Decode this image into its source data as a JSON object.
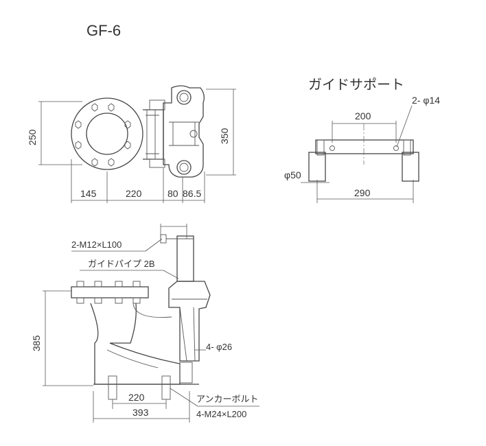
{
  "title": "GF-6",
  "guide_support": {
    "label": "ガイドサポート",
    "dims": {
      "hole_spacing": "200",
      "holes": "2- φ14",
      "pipe_dia": "φ50",
      "overall_width": "290"
    }
  },
  "plan_view": {
    "dims": {
      "height_left": "250",
      "height_right": "350",
      "seg1": "145",
      "seg2": "220",
      "seg3": "80",
      "seg4": "86.5"
    }
  },
  "side_view": {
    "dims": {
      "height": "385",
      "base_inner": "220",
      "base_overall": "393"
    },
    "callouts": {
      "bolt": "2-M12×L100",
      "guide_pipe": "ガイドパイプ 2B",
      "holes": "4- φ26",
      "anchor": "アンカーボルト",
      "anchor_spec": "4-M24×L200"
    }
  }
}
